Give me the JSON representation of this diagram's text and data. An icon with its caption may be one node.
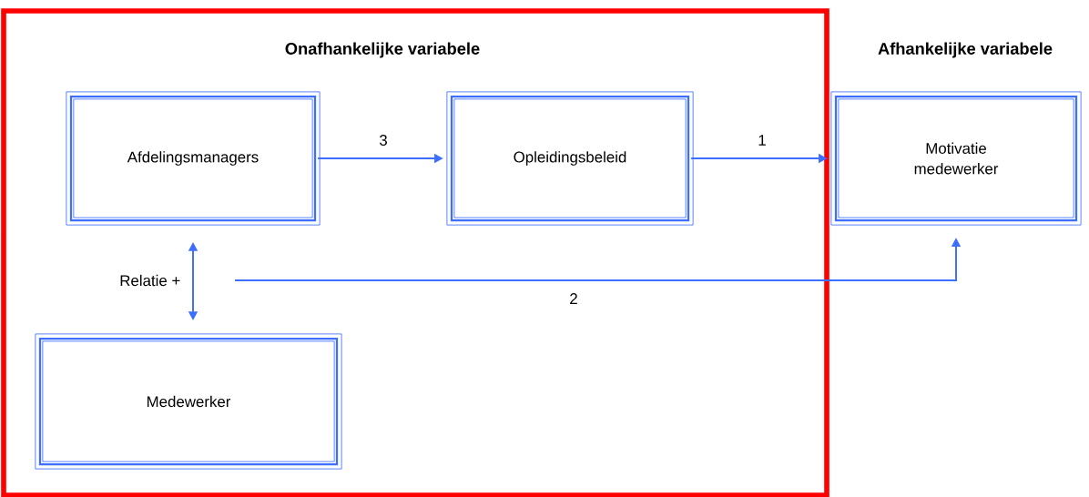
{
  "diagram": {
    "nodes": [
      {
        "text": [
          "Onafhankelijke variabele"
        ]
      },
      {
        "text": [
          "Afdelingsmanagers"
        ],
        "in": 0
      },
      {
        "text": [
          "Opleidingsbeleid"
        ],
        "in": 0
      },
      {
        "text": [
          "Medewerker"
        ],
        "in": 0
      },
      {
        "text": [
          "Afhankelijke variabele",
          "Motivatie medewerker"
        ]
      }
    ],
    "edges": [
      {
        "from": 1,
        "to": 2,
        "arrow": "to",
        "label": "3"
      },
      {
        "from": 2,
        "to": 4,
        "arrow": "to",
        "label": "1"
      },
      {
        "from": 1,
        "to": 3,
        "arrow": "both",
        "label": "Relatie +"
      },
      {
        "from": null,
        "to": 4,
        "arrow": "to",
        "label": "2"
      }
    ]
  }
}
